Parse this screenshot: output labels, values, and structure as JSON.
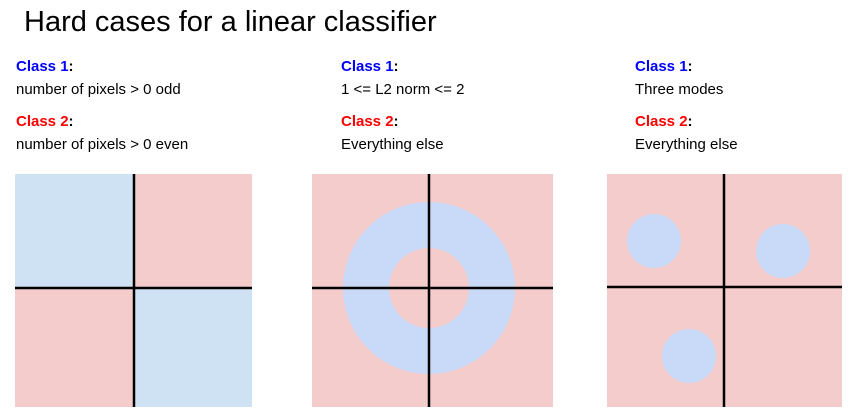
{
  "slide": {
    "title": "Hard cases for a linear classifier"
  },
  "labels": {
    "colon": ":"
  },
  "colors": {
    "class1_label": "#0000ff",
    "class2_label": "#ff0000",
    "pink_region": "#f4cccc",
    "blue_quadrant": "#cfe2f3",
    "blue_blob": "#c9daf8",
    "axis": "#000000",
    "title_text": "#000000"
  },
  "panels": [
    {
      "class1_label": "Class 1",
      "class1_desc": "number of pixels > 0 odd",
      "class2_label": "Class 2",
      "class2_desc": "number of pixels > 0 even",
      "diagram": "opposite-quadrants"
    },
    {
      "class1_label": "Class 1",
      "class1_desc": "1 <= L2 norm <= 2",
      "class2_label": "Class 2",
      "class2_desc": "Everything else",
      "diagram": "annulus-ring"
    },
    {
      "class1_label": "Class 1",
      "class1_desc": "Three modes",
      "class2_label": "Class 2",
      "class2_desc": "Everything else",
      "diagram": "three-circles"
    }
  ]
}
